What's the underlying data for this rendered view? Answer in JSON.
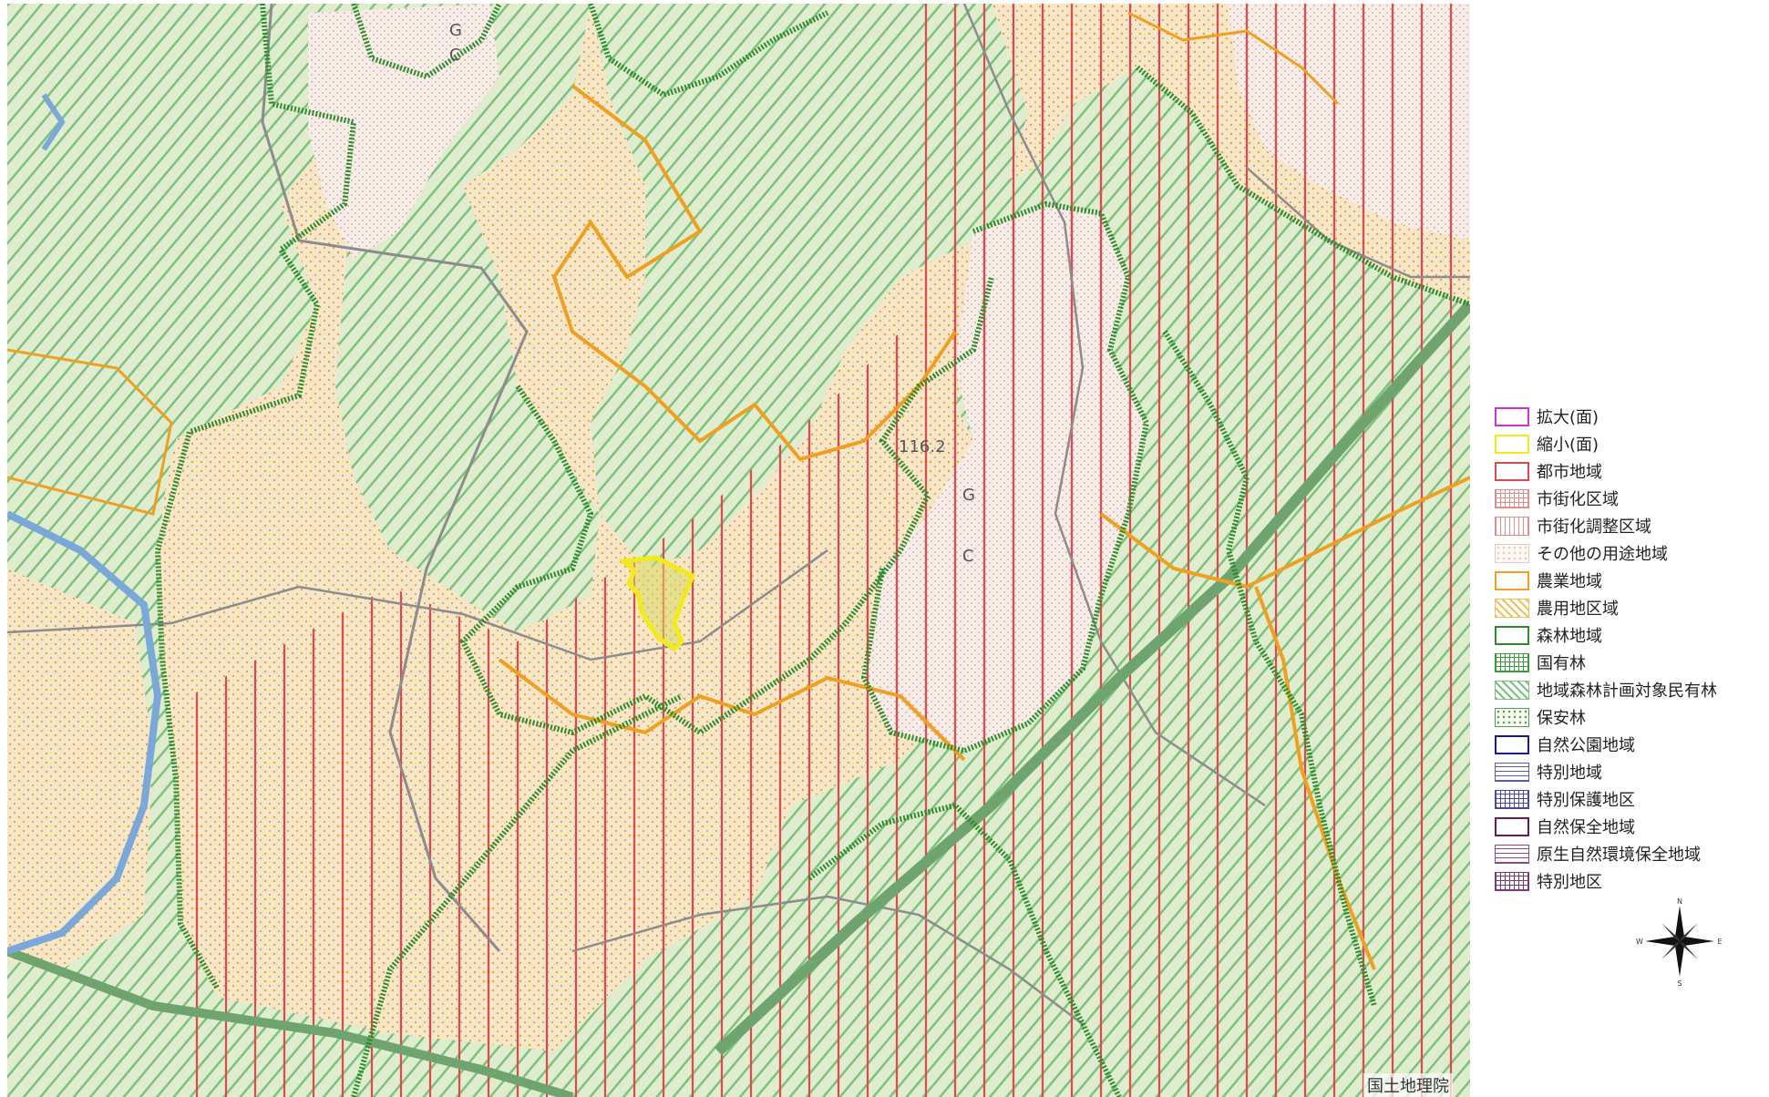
{
  "map": {
    "attribution": "国土地理院",
    "place_labels": [
      "G",
      "C",
      "G",
      "C",
      "116.2"
    ]
  },
  "legend": {
    "items": [
      {
        "label": "拡大(面)",
        "color": "#cc33cc",
        "style": "outline"
      },
      {
        "label": "縮小(面)",
        "color": "#f2ea1a",
        "style": "outline"
      },
      {
        "label": "都市地域",
        "color": "#e0484f",
        "style": "outline"
      },
      {
        "label": "市街化区域",
        "color": "#e08c8c",
        "style": "grid"
      },
      {
        "label": "市街化調整区域",
        "color": "#e08c8c",
        "style": "vlines"
      },
      {
        "label": "その他の用途地域",
        "color": "#f2c2c2",
        "style": "dots"
      },
      {
        "label": "農業地域",
        "color": "#f0a020",
        "style": "outline"
      },
      {
        "label": "農用地区域",
        "color": "#f0c060",
        "style": "diag"
      },
      {
        "label": "森林地域",
        "color": "#2e8b2e",
        "style": "outline"
      },
      {
        "label": "国有林",
        "color": "#3a9a3a",
        "style": "grid"
      },
      {
        "label": "地域森林計画対象民有林",
        "color": "#7cc27c",
        "style": "diag"
      },
      {
        "label": "保安林",
        "color": "#4aa34a",
        "style": "dots"
      },
      {
        "label": "自然公園地域",
        "color": "#1a1a8c",
        "style": "outline"
      },
      {
        "label": "特別地域",
        "color": "#5a5aa8",
        "style": "hlines"
      },
      {
        "label": "特別保護地区",
        "color": "#4a4aa0",
        "style": "grid"
      },
      {
        "label": "自然保全地域",
        "color": "#6a1a5a",
        "style": "outline"
      },
      {
        "label": "原生自然環境保全地域",
        "color": "#8a4a7a",
        "style": "hlines"
      },
      {
        "label": "特別地区",
        "color": "#7a3a7a",
        "style": "grid"
      }
    ]
  },
  "compass": {
    "n": "N",
    "s": "S",
    "e": "E",
    "w": "W"
  }
}
